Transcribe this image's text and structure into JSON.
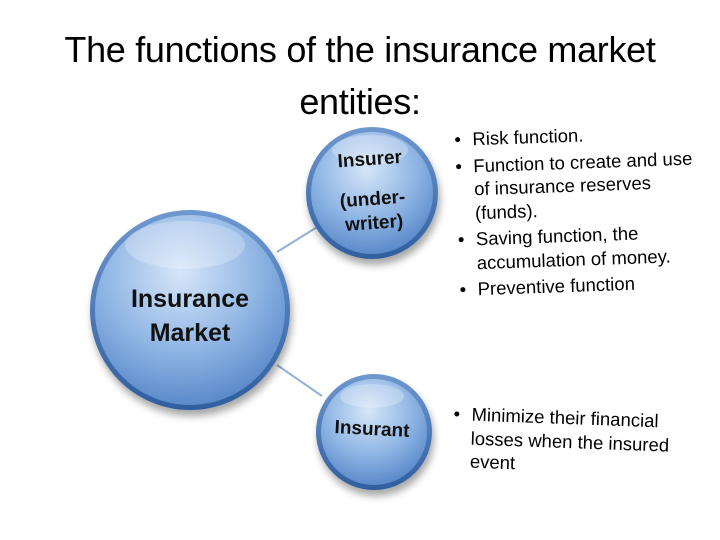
{
  "title": {
    "line1": "The functions of the insurance market",
    "line2": "entities:"
  },
  "diagram": {
    "main_node": {
      "line1": "Insurance",
      "line2": "Market"
    },
    "insurer_node": {
      "line1": "Insurer",
      "line2": "(under-",
      "line3": "writer)"
    },
    "insurant_node": {
      "label": "Insurant"
    },
    "insurer_functions": [
      "Risk function.",
      "Function to create and use of insurance reserves (funds).",
      "Saving function, the accumulation of money.",
      "Preventive function"
    ],
    "insurant_functions": [
      "Minimize their financial losses when the insured event"
    ],
    "colors": {
      "node_fill_light": "#b9d4f2",
      "node_fill_dark": "#5d8fd0",
      "node_ring": "#3f6fae",
      "connector": "#8fb0d8"
    }
  }
}
